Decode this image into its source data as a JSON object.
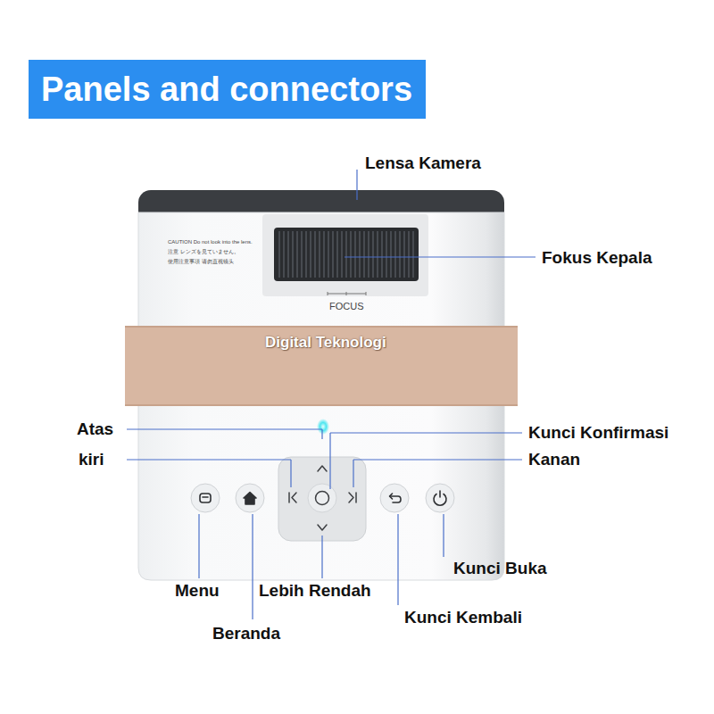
{
  "diagram": {
    "title": "Panels and connectors",
    "labels": [
      "Lensa Kamera",
      "CAUTION Do not look into the lens.",
      "注意 レンズを見ていません。",
      "使用注意事項 请勿直视镜头",
      "Fokus Kepala",
      "FOCUS",
      "Digital Teknologi",
      "Atas",
      "Kunci Konfirmasi",
      "kiri",
      "Kanan",
      "Kunci Buka",
      "Menu",
      "Lebih Rendah",
      "Kunci Kembali",
      "Beranda"
    ]
  }
}
